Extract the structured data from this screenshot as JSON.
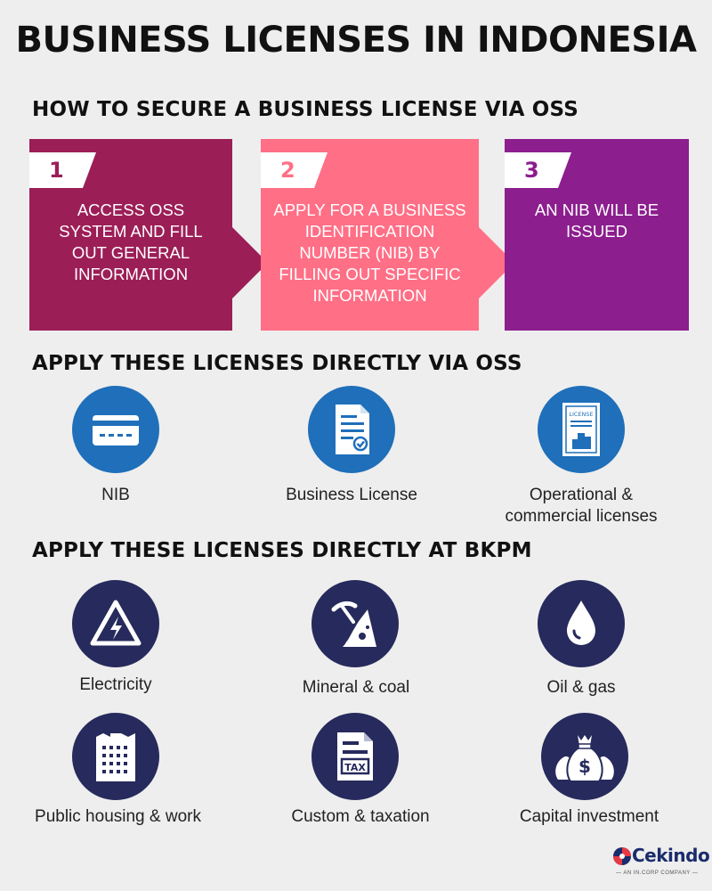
{
  "title": "BUSINESS LICENSES IN INDONESIA",
  "section_oss_steps": {
    "heading": "HOW TO SECURE A BUSINESS LICENSE VIA OSS",
    "steps": [
      {
        "number": "1",
        "text": "ACCESS OSS SYSTEM AND FILL OUT GENERAL INFORMATION",
        "color": "#9c1e57"
      },
      {
        "number": "2",
        "text": "APPLY FOR A BUSINESS IDENTIFICATION NUMBER (NIB) BY FILLING OUT SPECIFIC INFORMATION",
        "color": "#ff6f86"
      },
      {
        "number": "3",
        "text": "AN NIB WILL BE ISSUED",
        "color": "#8c1e8e"
      }
    ]
  },
  "section_oss_licenses": {
    "heading": "APPLY THESE LICENSES DIRECTLY VIA OSS",
    "items": [
      {
        "label": "NIB",
        "icon": "card-icon"
      },
      {
        "label": "Business License",
        "icon": "document-check-icon"
      },
      {
        "label": "Operational & commercial licenses",
        "icon": "license-certificate-icon",
        "icon_text": "LICENSE"
      }
    ],
    "icon_color": "#1f6fba"
  },
  "section_bkpm_licenses": {
    "heading": "APPLY THESE LICENSES DIRECTLY AT BKPM",
    "items": [
      {
        "label": "Electricity",
        "icon": "high-voltage-icon"
      },
      {
        "label": "Mineral & coal",
        "icon": "pickaxe-mining-icon"
      },
      {
        "label": "Oil & gas",
        "icon": "oil-drop-icon"
      },
      {
        "label": "Public housing & work",
        "icon": "building-icon"
      },
      {
        "label": "Custom & taxation",
        "icon": "tax-document-icon",
        "icon_text": "TAX"
      },
      {
        "label": "Capital investment",
        "icon": "money-bags-icon",
        "icon_text": "$"
      }
    ],
    "icon_color": "#262a5c"
  },
  "brand": {
    "name": "Cekindo",
    "tagline": "— AN IN.CORP COMPANY —"
  }
}
